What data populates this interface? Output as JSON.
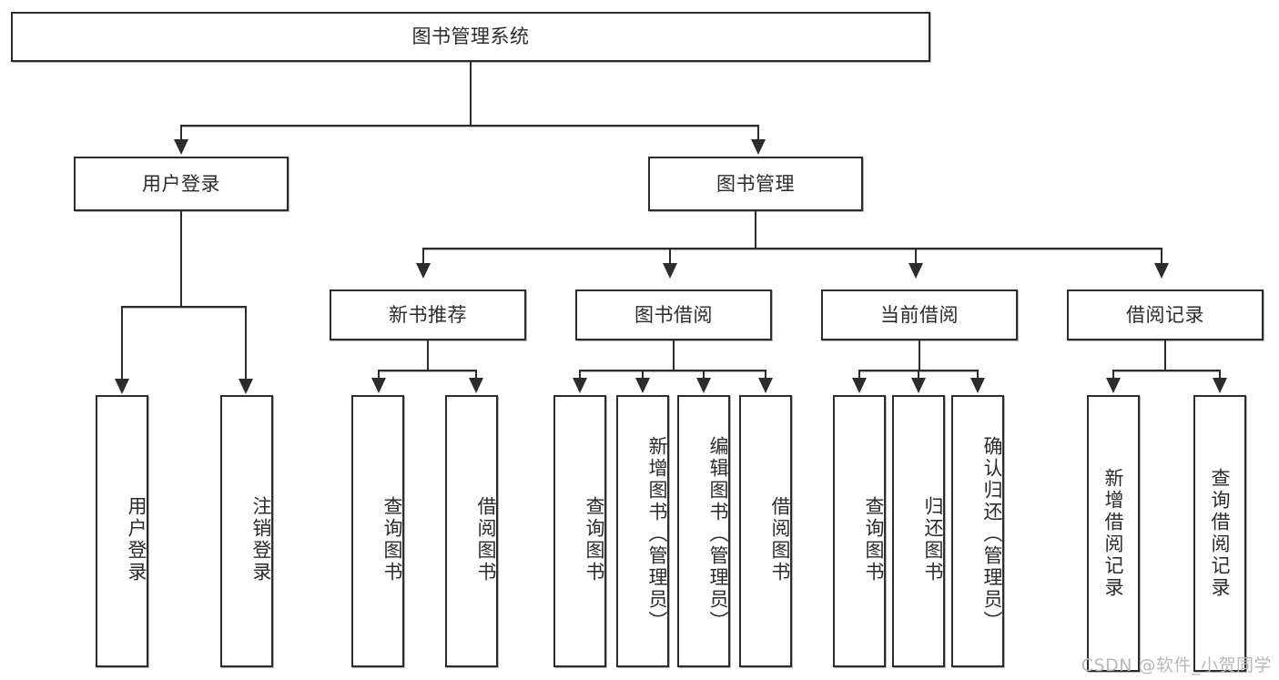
{
  "diagram": {
    "title": "图书管理系统",
    "type": "hierarchy-tree",
    "watermark": "CSDN @软件_小贺同学",
    "colors": {
      "border": "#2c2c2c",
      "background": "#ffffff",
      "text": "#2b2b2b",
      "watermark": "#b9b9b9"
    },
    "root": {
      "label": "图书管理系统"
    },
    "level1": [
      {
        "label": "用户登录"
      },
      {
        "label": "图书管理"
      }
    ],
    "level2": [
      {
        "label": "新书推荐"
      },
      {
        "label": "图书借阅"
      },
      {
        "label": "当前借阅"
      },
      {
        "label": "借阅记录"
      }
    ],
    "leaves": {
      "user_login": [
        {
          "label": "用户登录"
        },
        {
          "label": "注销登录"
        }
      ],
      "new_book_recommend": [
        {
          "label": "查询图书"
        },
        {
          "label": "借阅图书"
        }
      ],
      "book_borrow": [
        {
          "label": "查询图书"
        },
        {
          "label": "新增图书（管理员）"
        },
        {
          "label": "编辑图书（管理员）"
        },
        {
          "label": "借阅图书"
        }
      ],
      "current_borrow": [
        {
          "label": "查询图书"
        },
        {
          "label": "归还图书"
        },
        {
          "label": "确认归还（管理员）"
        }
      ],
      "borrow_record": [
        {
          "label": "新增借阅记录"
        },
        {
          "label": "查询借阅记录"
        }
      ]
    }
  }
}
